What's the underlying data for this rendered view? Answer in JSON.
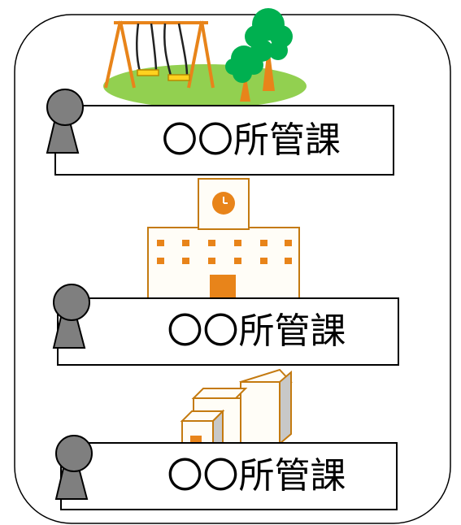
{
  "sections": [
    {
      "label": "〇〇所管課",
      "facility_icon": "park-icon",
      "person_icon": "person-icon"
    },
    {
      "label": "〇〇所管課",
      "facility_icon": "school-icon",
      "person_icon": "person-icon"
    },
    {
      "label": "〇〇所管課",
      "facility_icon": "buildings-icon",
      "person_icon": "person-icon"
    }
  ],
  "colors": {
    "outline": "#000000",
    "grass": "#92d050",
    "tree": "#00b050",
    "trunk_orange": "#e8841a",
    "building_outline": "#c47a10",
    "school_fill": "#fffdf7",
    "box_side": "#c8c8c8",
    "person_gray": "#7f7f7f"
  }
}
